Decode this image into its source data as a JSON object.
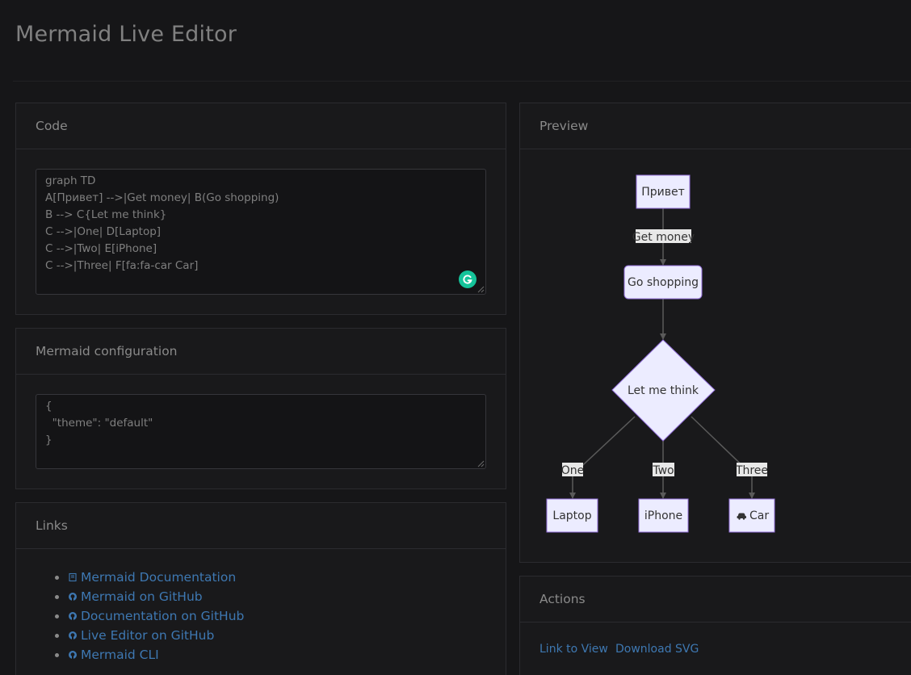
{
  "app": {
    "title": "Mermaid Live Editor"
  },
  "code_panel": {
    "header": "Code",
    "lines": [
      "graph TD",
      "A[Привет] -->|Get money| B(Go shopping)",
      "B --> C{Let me think}",
      "C -->|One| D[Laptop]",
      "C -->|Two| E[iPhone]",
      "C -->|Three| F[fa:fa-car Car]"
    ]
  },
  "config_panel": {
    "header": "Mermaid configuration",
    "lines": [
      "{",
      "  \"theme\": \"default\"",
      "}"
    ]
  },
  "links_panel": {
    "header": "Links",
    "items": [
      {
        "label": "Mermaid Documentation",
        "icon": "book-icon"
      },
      {
        "label": "Mermaid on GitHub",
        "icon": "github-icon"
      },
      {
        "label": "Documentation on GitHub",
        "icon": "github-icon"
      },
      {
        "label": "Live Editor on GitHub",
        "icon": "github-icon"
      },
      {
        "label": "Mermaid CLI",
        "icon": "github-icon"
      }
    ]
  },
  "preview_panel": {
    "header": "Preview",
    "nodes": {
      "a": "Привет",
      "b": "Go shopping",
      "c": "Let me think",
      "d": "Laptop",
      "e": "iPhone",
      "f": "Car"
    },
    "edge_labels": {
      "ab": "Get money",
      "cd": "One",
      "ce": "Two",
      "cf": "Three"
    }
  },
  "actions_panel": {
    "header": "Actions",
    "link_to_view": "Link to View",
    "download_svg": "Download SVG"
  },
  "colors": {
    "background": "#161618",
    "card": "#19191b",
    "link": "#3e78b2",
    "node_fill": "#ececff",
    "node_stroke": "#9370db",
    "grammarly": "#15c39a"
  }
}
